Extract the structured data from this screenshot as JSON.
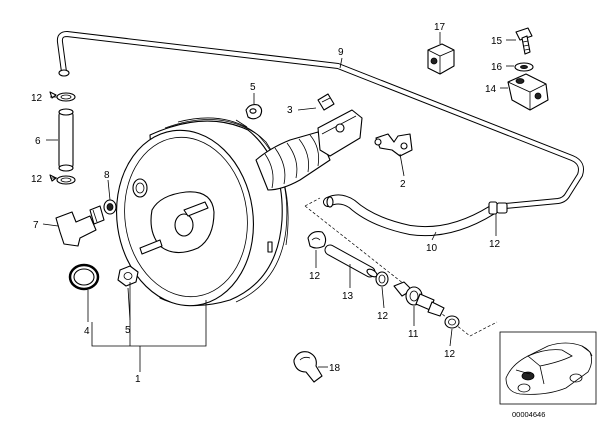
{
  "callouts": {
    "c1": "1",
    "c2": "2",
    "c3": "3",
    "c4": "4",
    "c5a": "5",
    "c5b": "5",
    "c6": "6",
    "c7": "7",
    "c8": "8",
    "c9": "9",
    "c10": "10",
    "c11": "11",
    "c12a": "12",
    "c12b": "12",
    "c12c": "12",
    "c12d": "12",
    "c12e": "12",
    "c12f": "12",
    "c13": "13",
    "c14": "14",
    "c15": "15",
    "c16": "16",
    "c17": "17",
    "c18": "18"
  },
  "diagram_code": "00004646"
}
